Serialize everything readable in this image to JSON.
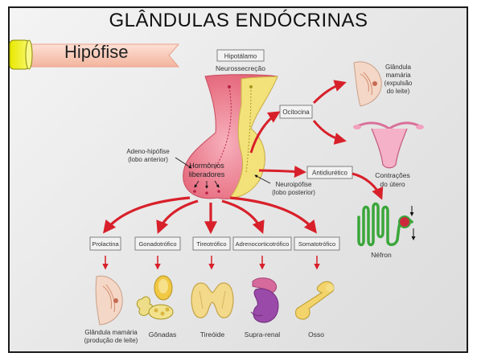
{
  "title": "GLÂNDULAS ENDÓCRINAS",
  "section_label": "Hipófise",
  "hypothalamus": {
    "box": "Hipotálamo",
    "caption": "Neurossecreção"
  },
  "adenohypophysis": [
    "Adeno-hipófise",
    "(lobo anterior)"
  ],
  "neurohypophysis": [
    "Neuroipófise",
    "(lobo posterior)"
  ],
  "releasing_hormones": [
    "Hormônios",
    "liberadores"
  ],
  "posterior_hormones": {
    "oxytocin": "Ocitocina",
    "antidiuretic": "Antidiurético"
  },
  "posterior_targets": {
    "mammary": [
      "Glândula",
      "mamária",
      "(expulsão",
      "do leite)"
    ],
    "uterus": [
      "Contrações",
      "do útero"
    ],
    "nephron": "Néfron"
  },
  "anterior_hormones": [
    "Prolactina",
    "Gonadotrófico",
    "Tireotrófico",
    "Adrenocorticotrófico",
    "Somatotrófico"
  ],
  "anterior_targets": {
    "mammary": [
      "Glândula mamária",
      "(produção de leite)"
    ],
    "gonads": "Gônadas",
    "thyroid": "Tireóide",
    "adrenal": "Supra-renal",
    "bone": "Osso"
  },
  "colors": {
    "arrow": "#d8202a",
    "pituitary": "#ef8a98",
    "posterior_lobe": "#f3e27a",
    "kidney_tube": "#3aa63a"
  }
}
